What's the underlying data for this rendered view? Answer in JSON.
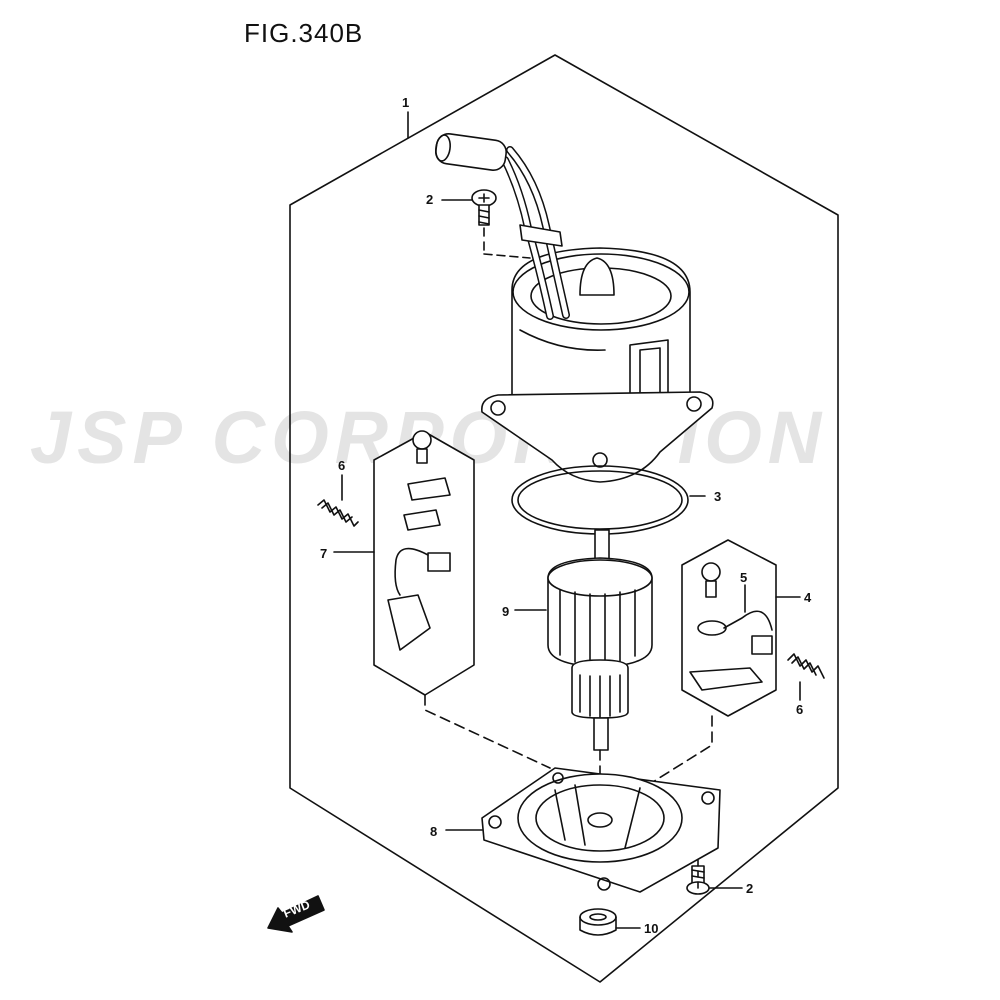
{
  "figure": {
    "title": "FIG.340B"
  },
  "watermark": {
    "text": "JSP CORPORATION"
  },
  "callouts": {
    "c1": "1",
    "c2_top": "2",
    "c2_bottom": "2",
    "c3": "3",
    "c4": "4",
    "c5": "5",
    "c6_left": "6",
    "c6_right": "6",
    "c7": "7",
    "c8": "8",
    "c9": "9",
    "c10": "10"
  },
  "fwd": {
    "label": "FWD"
  }
}
